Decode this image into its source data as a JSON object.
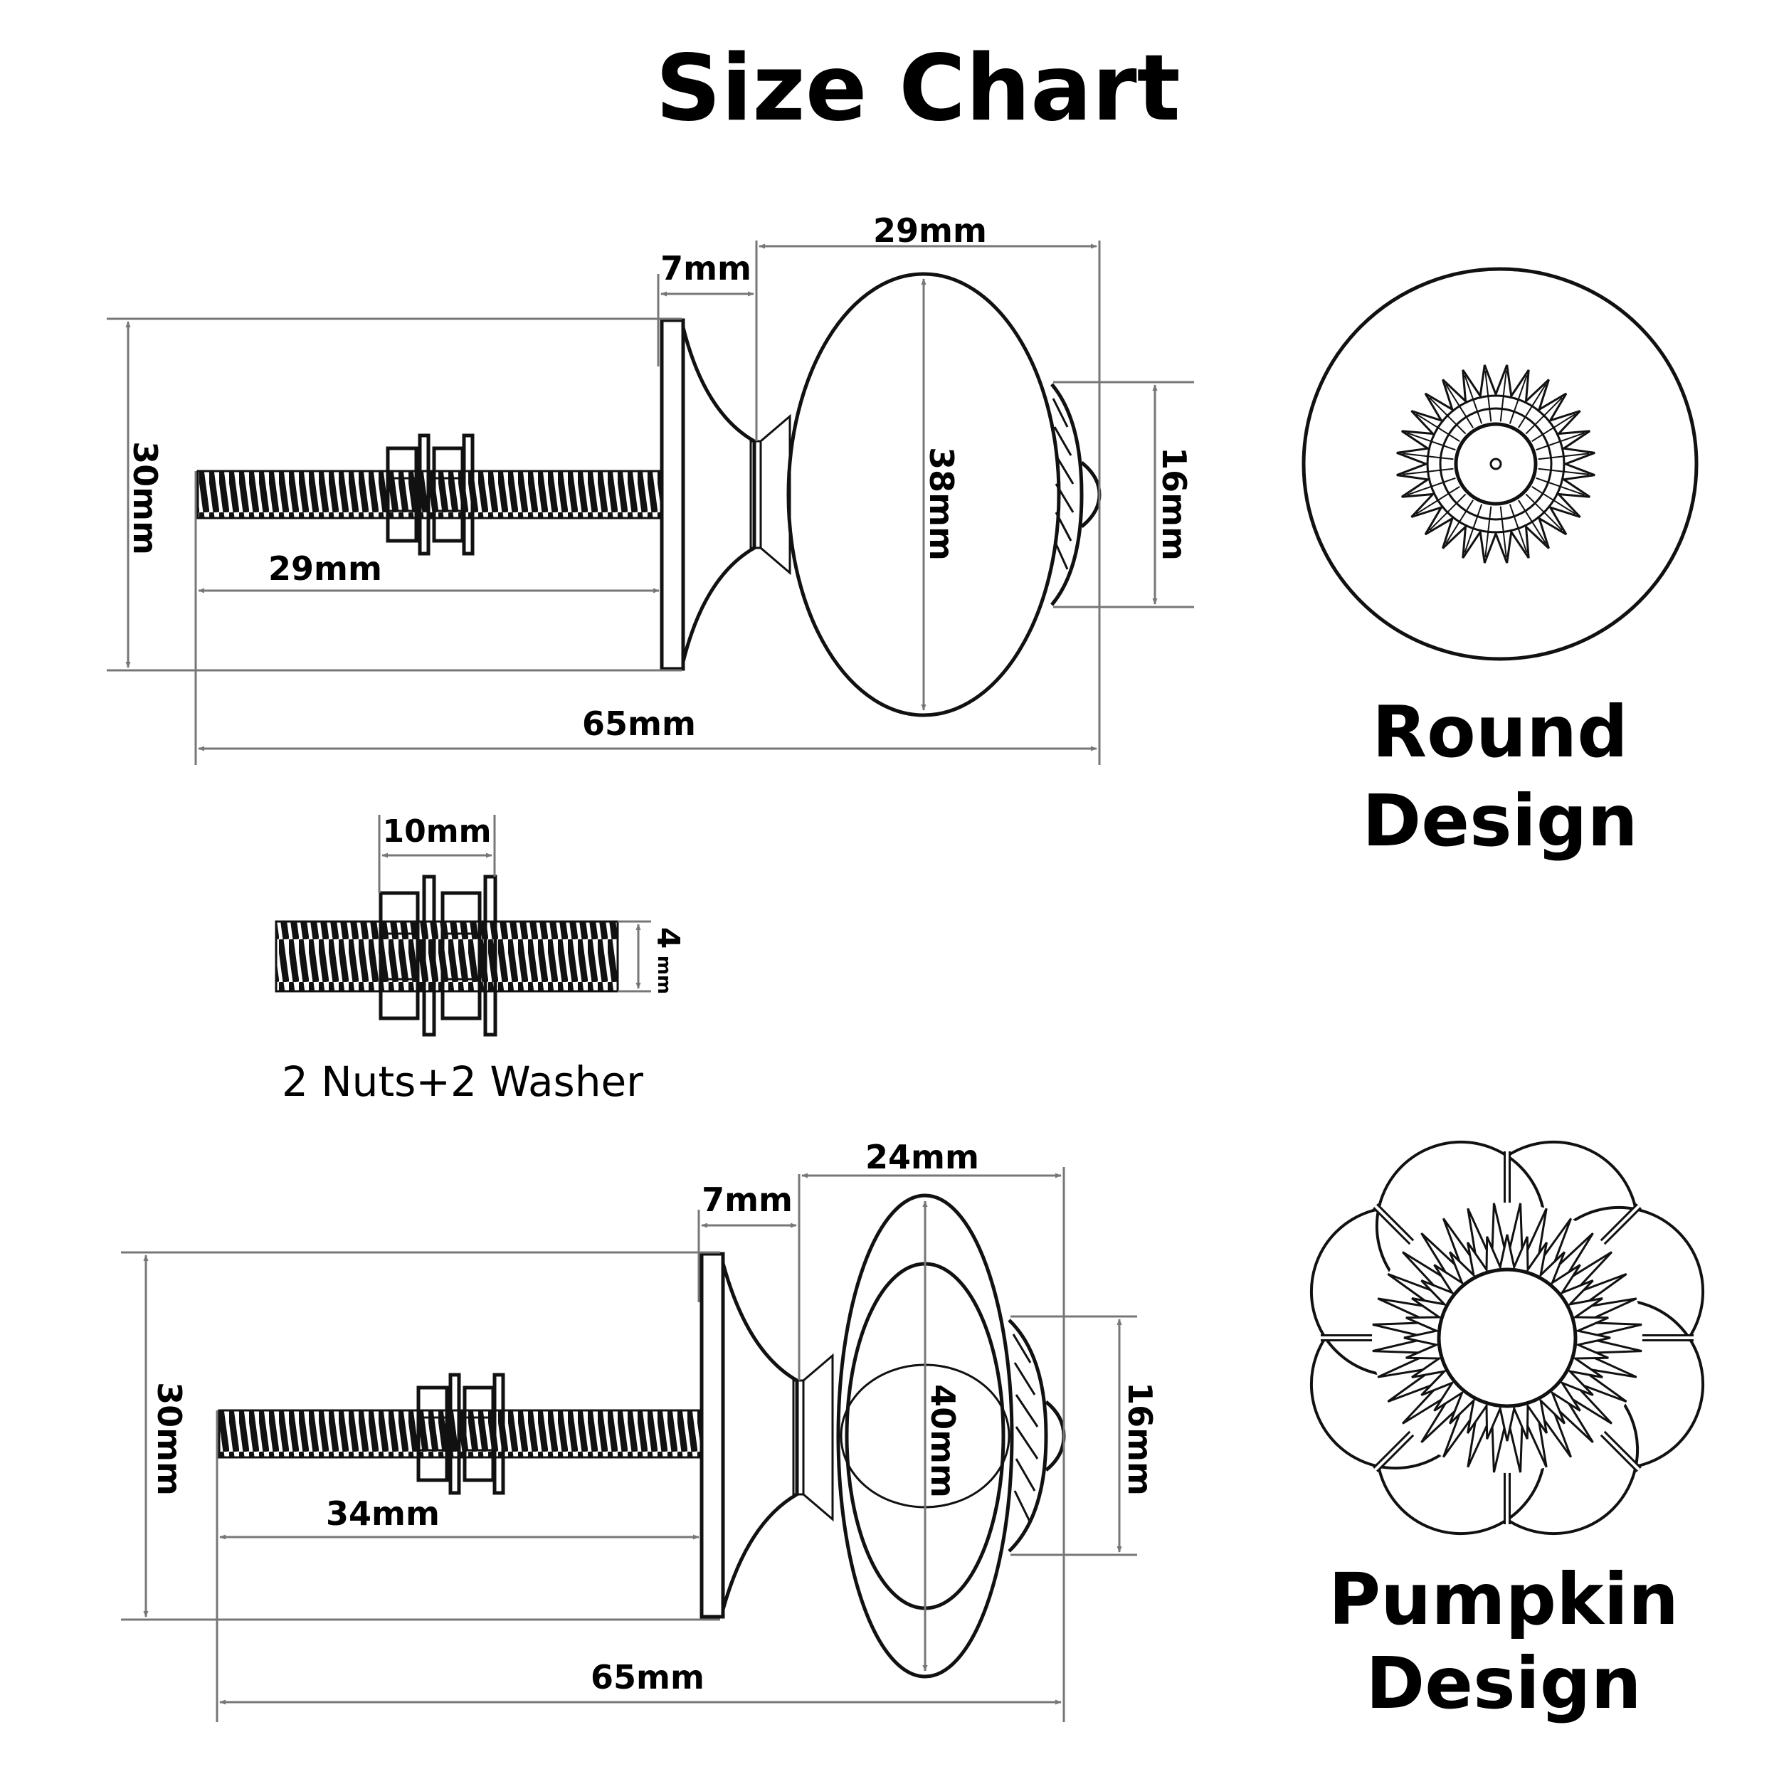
{
  "title": "Size Chart",
  "round_knob": {
    "design_label_line1": "Round",
    "design_label_line2": "Design",
    "dims": {
      "base_height": "30mm",
      "screw_length": "29mm",
      "total_length": "65mm",
      "neck_length": "7mm",
      "head_length": "29mm",
      "head_diameter": "38mm",
      "cap_diameter": "16mm"
    }
  },
  "hardware": {
    "caption": "2 Nuts+2 Washer",
    "nut_width": "10mm",
    "thread_diameter_value": "4",
    "thread_diameter_unit": "mm"
  },
  "pumpkin_knob": {
    "design_label_line1": "Pumpkin",
    "design_label_line2": "Design",
    "dims": {
      "base_height": "30mm",
      "screw_length": "34mm",
      "total_length": "65mm",
      "neck_length": "7mm",
      "head_length": "24mm",
      "head_diameter": "40mm",
      "cap_diameter": "16mm"
    }
  }
}
